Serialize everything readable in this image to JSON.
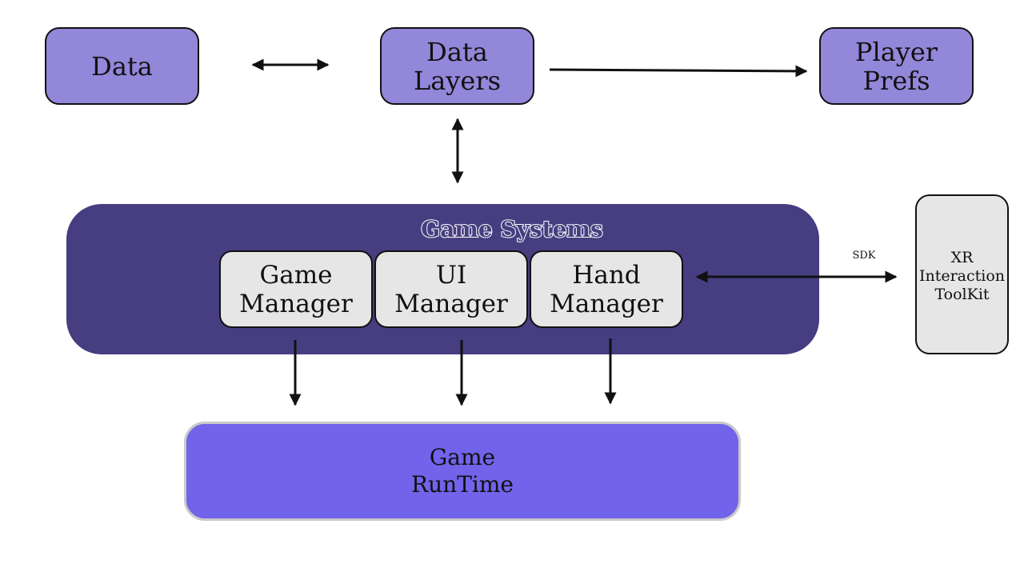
{
  "nodes": {
    "data": {
      "label": "Data"
    },
    "data_layers": {
      "line1": "Data",
      "line2": "Layers"
    },
    "player_prefs": {
      "line1": "Player",
      "line2": "Prefs"
    },
    "game_systems": {
      "title": "Game Systems"
    },
    "game_manager": {
      "line1": "Game",
      "line2": "Manager"
    },
    "ui_manager": {
      "line1": "UI",
      "line2": "Manager"
    },
    "hand_manager": {
      "line1": "Hand",
      "line2": "Manager"
    },
    "xr_toolkit": {
      "line1": "XR",
      "line2": "Interaction",
      "line3": "ToolKit"
    },
    "game_runtime": {
      "line1": "Game",
      "line2": "RunTime"
    }
  },
  "edges": {
    "sdk_label": "SDK"
  },
  "colors": {
    "top_box": "#9287d9",
    "game_systems_bg": "#463e80",
    "manager_bg": "#e6e6e6",
    "runtime_bg": "#7163ea",
    "arrow": "#111111"
  }
}
